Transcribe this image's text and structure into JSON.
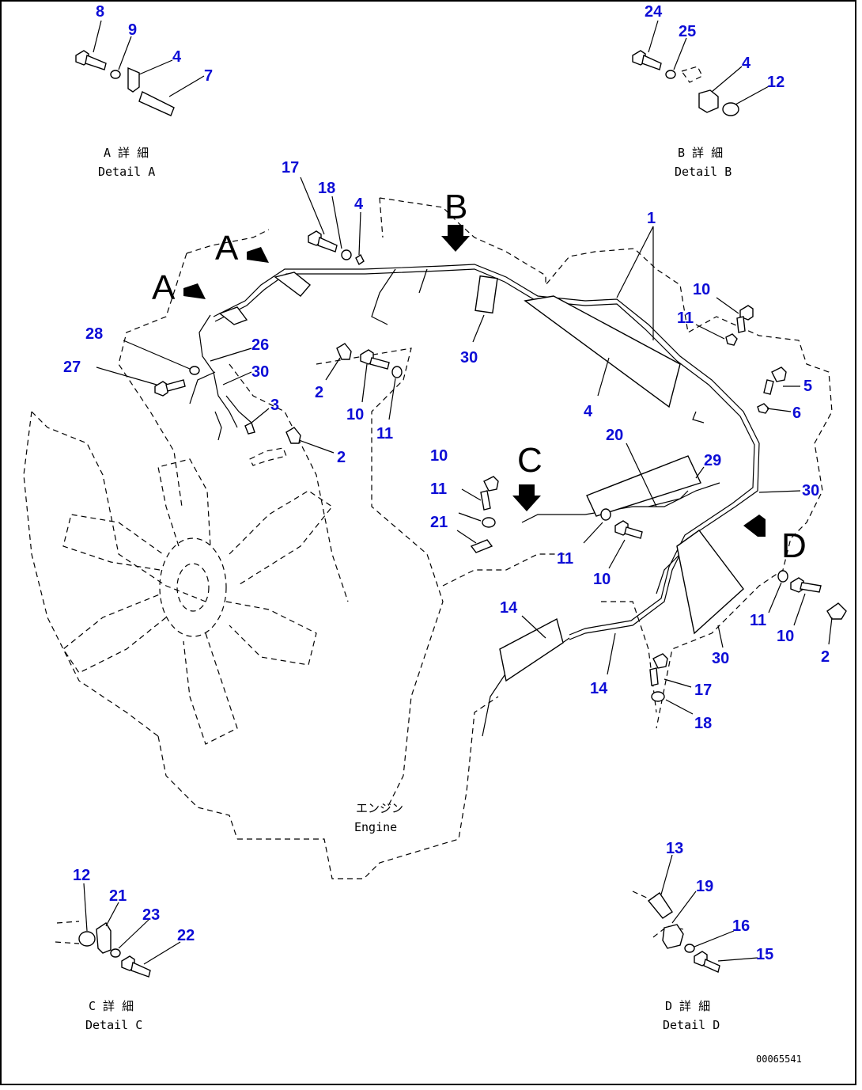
{
  "captions": {
    "detail_a_jp": "A 詳 細",
    "detail_a_en": "Detail A",
    "detail_b_jp": "B 詳 細",
    "detail_b_en": "Detail B",
    "detail_c_jp": "C 詳 細",
    "detail_c_en": "Detail C",
    "detail_d_jp": "D 詳 細",
    "detail_d_en": "Detail D",
    "engine_jp": "エンジン",
    "engine_en": "Engine",
    "drawing_code": "00065541"
  },
  "view_letters": [
    "A",
    "A",
    "B",
    "C",
    "D"
  ],
  "part_numbers": {
    "detail_a": [
      "8",
      "9",
      "4",
      "7"
    ],
    "detail_b": [
      "24",
      "25",
      "4",
      "12"
    ],
    "detail_c": [
      "12",
      "21",
      "23",
      "22"
    ],
    "detail_d": [
      "13",
      "19",
      "16",
      "15"
    ],
    "main": [
      "17",
      "18",
      "4",
      "1",
      "28",
      "26",
      "27",
      "30",
      "3",
      "2",
      "2",
      "10",
      "11",
      "30",
      "10",
      "11",
      "5",
      "6",
      "4",
      "20",
      "29",
      "30",
      "10",
      "11",
      "21",
      "11",
      "10",
      "11",
      "10",
      "2",
      "30",
      "14",
      "14",
      "17",
      "18"
    ]
  }
}
